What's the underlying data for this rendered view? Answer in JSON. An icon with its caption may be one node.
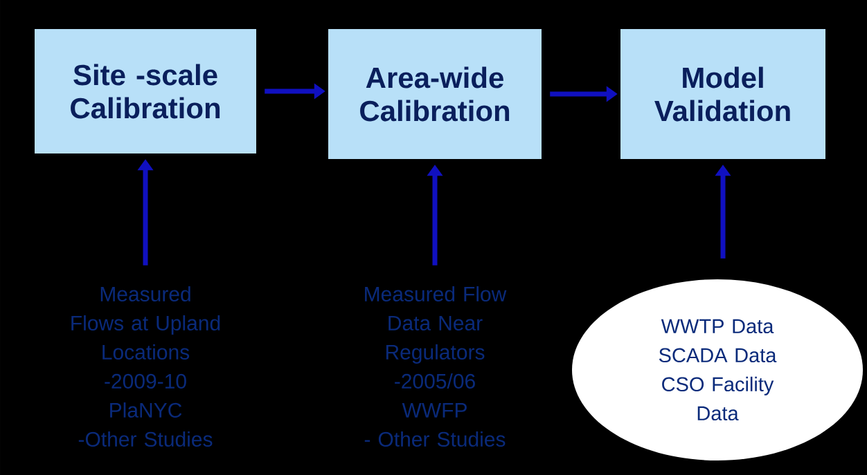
{
  "diagram": {
    "nodes": [
      {
        "text": [
          "Site -scale Calibration"
        ]
      },
      {
        "text": [
          "Area-wide Calibration"
        ]
      },
      {
        "text": [
          "Model Validation"
        ]
      },
      {
        "text": [
          "Measured Flows at Upland Locations",
          "-2009-10",
          "PlaNYC",
          "-Other Studies"
        ]
      },
      {
        "text": [
          "Measured Flow Data Near Regulators",
          "-2005/06",
          "WWFP",
          "- Other Studies"
        ]
      },
      {
        "text": [
          "WWTP Data",
          "SCADA Data",
          "CSO Facility Data"
        ]
      }
    ],
    "edges": [
      {
        "from": 0,
        "to": 1,
        "arrow": "to"
      },
      {
        "from": 1,
        "to": 2,
        "arrow": "to"
      },
      {
        "from": 3,
        "to": 0,
        "arrow": "to"
      },
      {
        "from": 4,
        "to": 1,
        "arrow": "to"
      },
      {
        "from": 5,
        "to": 2,
        "arrow": "to"
      }
    ]
  }
}
